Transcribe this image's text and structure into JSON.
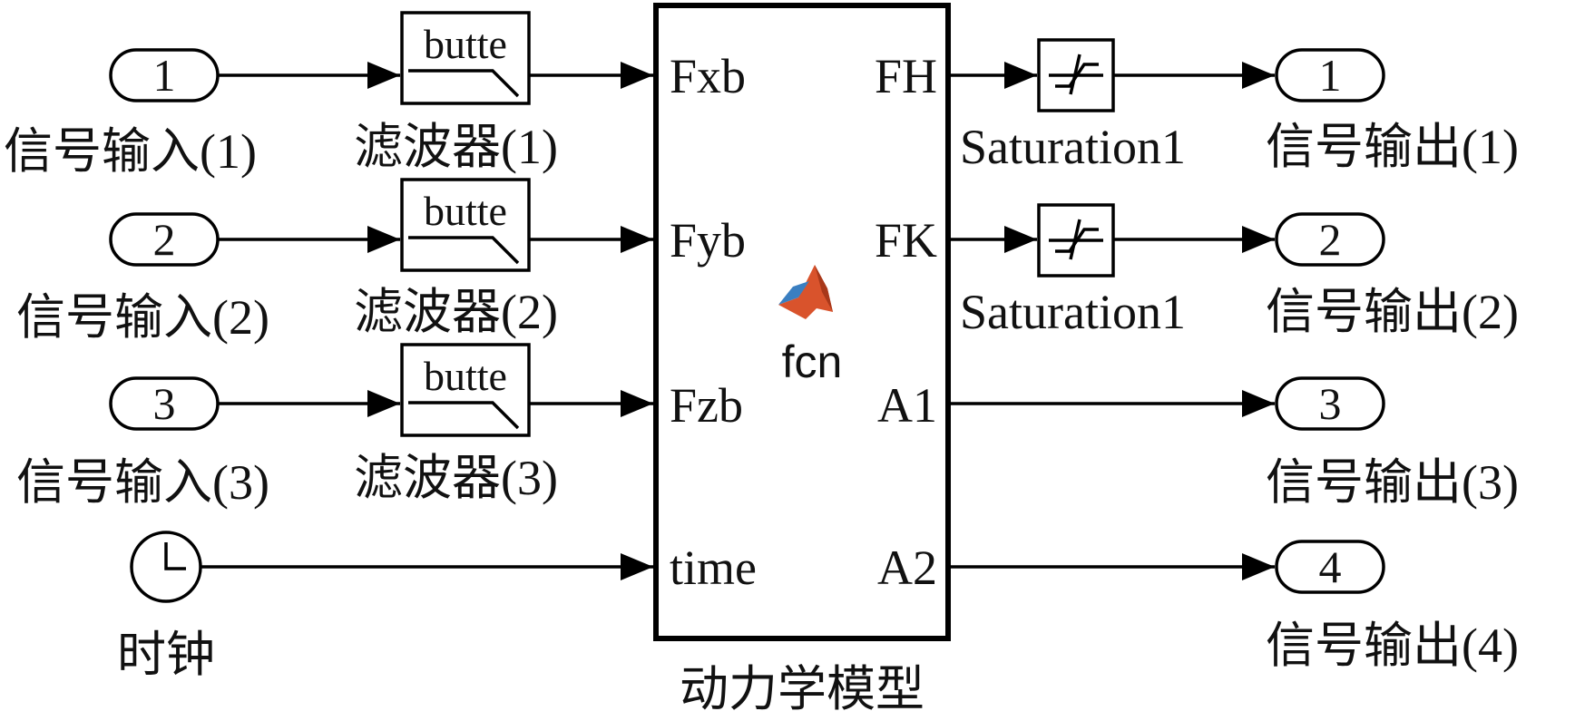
{
  "diagram": {
    "inputs": [
      {
        "number": "1",
        "label": "信号输入(1)"
      },
      {
        "number": "2",
        "label": "信号输入(2)"
      },
      {
        "number": "3",
        "label": "信号输入(3)"
      }
    ],
    "filters": [
      {
        "icon_text": "butte",
        "label": "滤波器(1)"
      },
      {
        "icon_text": "butte",
        "label": "滤波器(2)"
      },
      {
        "icon_text": "butte",
        "label": "滤波器(3)"
      }
    ],
    "clock": {
      "label": "时钟"
    },
    "model": {
      "label": "动力学模型",
      "function_name": "fcn",
      "input_ports": [
        "Fxb",
        "Fyb",
        "Fzb",
        "time"
      ],
      "output_ports": [
        "FH",
        "FK",
        "A1",
        "A2"
      ]
    },
    "saturations": [
      {
        "label": "Saturation1"
      },
      {
        "label": "Saturation1"
      }
    ],
    "outputs": [
      {
        "number": "1",
        "label": "信号输出(1)"
      },
      {
        "number": "2",
        "label": "信号输出(2)"
      },
      {
        "number": "3",
        "label": "信号输出(3)"
      },
      {
        "number": "4",
        "label": "信号输出(4)"
      }
    ],
    "colors": {
      "line": "#000000",
      "matlab_logo_primary": "#d9532c",
      "matlab_logo_secondary": "#3a7fc1"
    }
  }
}
